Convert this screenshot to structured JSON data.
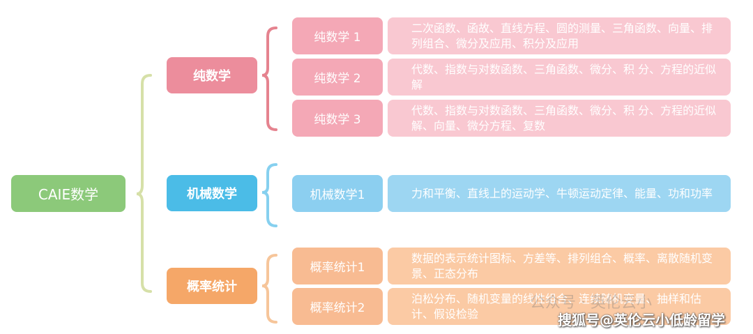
{
  "root": {
    "label": "CAIE数学"
  },
  "categories": [
    {
      "label": "纯数学",
      "subs": [
        {
          "label": "纯数学 1",
          "desc": "二次函数、函故、直线方程、圆的测量、三角函数、向量、排列组合、微分及应用、积分及应用"
        },
        {
          "label": "纯数学 2",
          "desc": "代数、指数与对数函数、三角函数、微分、积 分、方程的近似解"
        },
        {
          "label": "纯数学 3",
          "desc": "代数、指数与对数函数、三角函数、微分、积 分、方程的近似解、向量、微分方程、复数"
        }
      ]
    },
    {
      "label": "机械数学",
      "subs": [
        {
          "label": "机械数学1",
          "desc": "力和平衡、直线上的运动学、牛顿运动定律、能量、功和功率"
        }
      ]
    },
    {
      "label": "概率统计",
      "subs": [
        {
          "label": "概率统计1",
          "desc": "数据的表示统计图标、方差等、排列组合、概率、离散随机变景、正态分布"
        },
        {
          "label": "概率统计2",
          "desc": "泊松分布、随机变量的线性组合、连续随机变量、抽样和估计、假设检验"
        }
      ]
    }
  ],
  "watermark": {
    "line1": "公众号 · 英伦云小",
    "line2": "搜狐号@英伦云小低龄留学"
  },
  "colors": {
    "root": "#8cc97a",
    "root_bracket": "#d6e0a8",
    "pure": "#ec8d9c",
    "pure_bracket": "#e5838f",
    "mech": "#4bbce7",
    "mech_bracket": "#86d0ef",
    "stats": "#f5a768",
    "stats_bracket": "#f6c59a"
  }
}
